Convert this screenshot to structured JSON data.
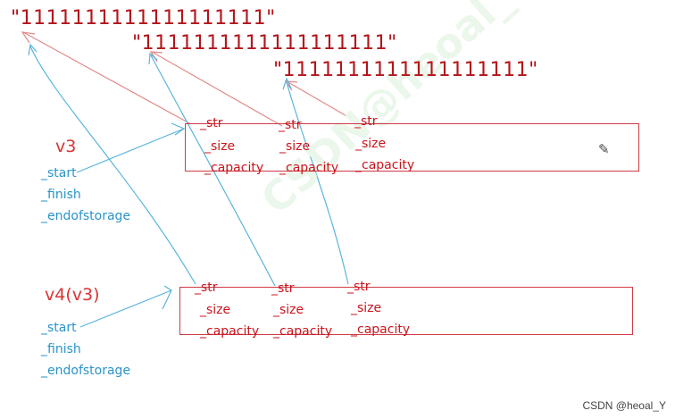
{
  "strings": [
    "\"1111111111111111111\"",
    "\"1111111111111111111\"",
    "\"1111111111111111111\""
  ],
  "objects": [
    {
      "name": "v3",
      "members": [
        "_start",
        "_finish",
        "_endofstorage"
      ],
      "cells": [
        [
          "_str",
          "_size",
          "_capacity"
        ],
        [
          "_str",
          "_size",
          "_capacity"
        ],
        [
          "_str",
          "_size",
          "_capacity"
        ]
      ]
    },
    {
      "name": "v4(v3)",
      "members": [
        "_start",
        "_finish",
        "_endofstorage"
      ],
      "cells": [
        [
          "_str",
          "_size",
          "_capacity"
        ],
        [
          "_str",
          "_size",
          "_capacity"
        ],
        [
          "_str",
          "_size",
          "_capacity"
        ]
      ]
    }
  ],
  "watermark": "CSDN@heoal_Y",
  "credit": "CSDN @heoal_Y",
  "icons": [
    "pencil-icon"
  ],
  "colors": {
    "string_text": "#b3151b",
    "field_text": "#c9151c",
    "box_border": "#d03b45",
    "arrow_red": "#e28a8a",
    "arrow_blue": "#5ab4dc",
    "member_text": "#2a93c8"
  }
}
